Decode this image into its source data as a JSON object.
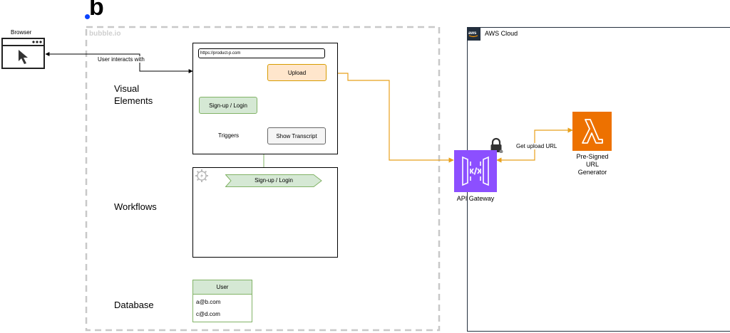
{
  "bubble": {
    "logo_letter": "b",
    "container_label": "bubble.io"
  },
  "browser": {
    "label": "Browser",
    "icon": "browser-window-cursor-icon"
  },
  "edges": {
    "user_interacts": "User interacts with",
    "triggers": "Triggers",
    "get_upload_url": "Get upload URL"
  },
  "sections": {
    "visual_line1": "Visual",
    "visual_line2": "Elements",
    "workflows": "Workflows",
    "database": "Database"
  },
  "visual": {
    "url_value": "https://product-p.com",
    "upload_button": "Upload",
    "signup_button": "Sign-up / Login",
    "transcript_button": "Show Transcript"
  },
  "workflow": {
    "icon": "gear-lightning-icon",
    "event_label": "Sign-up / Login"
  },
  "database": {
    "table_title": "User",
    "rows": [
      "a@b.com",
      "c@d.com"
    ]
  },
  "aws": {
    "group_label": "AWS Cloud",
    "api_gateway_label": "API Gateway",
    "lambda_line1": "Pre-Signed",
    "lambda_line2": "URL",
    "lambda_line3": "Generator"
  },
  "colors": {
    "orange_edge": "#e8a01c",
    "green_edge": "#82b366",
    "upload_fill": "#ffe6cc",
    "upload_stroke": "#d79b00",
    "green_fill": "#d5e8d4",
    "green_stroke": "#82b366",
    "api_gateway": "#8c4fff",
    "lambda_orange": "#ed7100"
  }
}
